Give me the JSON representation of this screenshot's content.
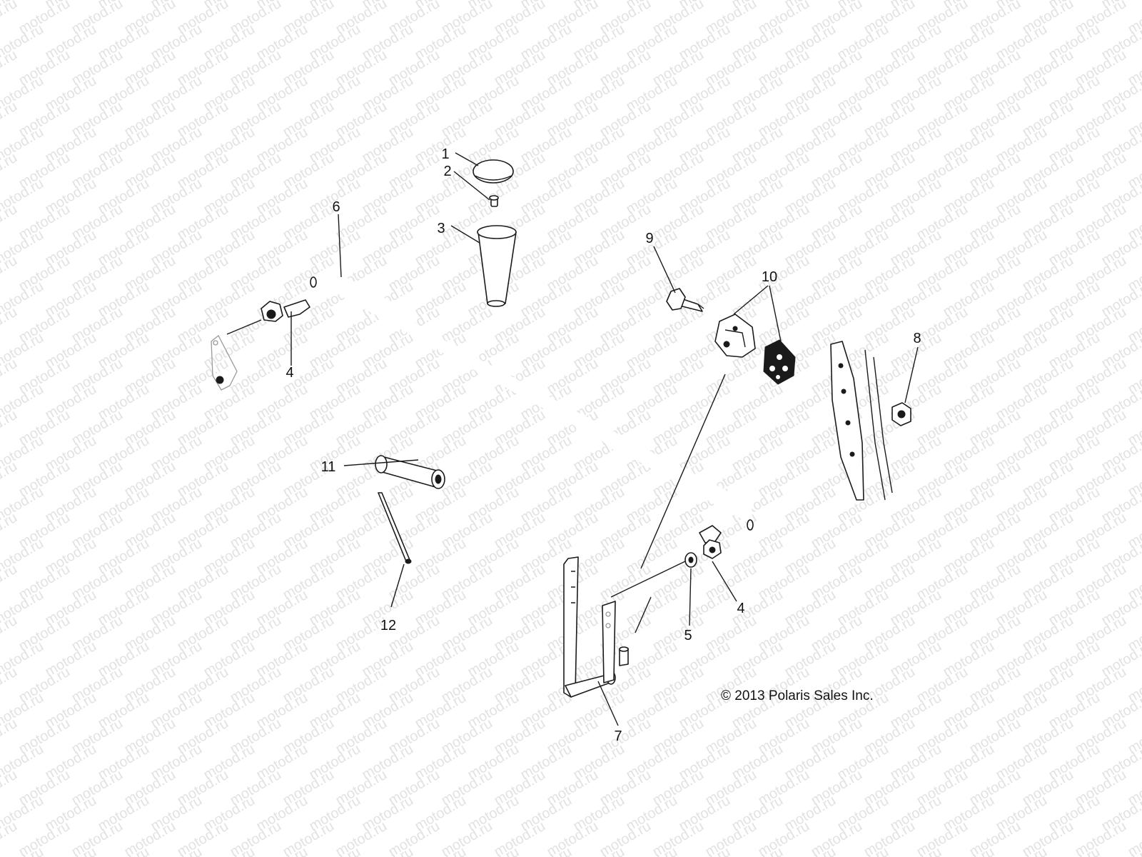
{
  "watermark": {
    "text": "motod.ru"
  },
  "copyright": "© 2013 Polaris Sales Inc.",
  "callouts": [
    "1",
    "2",
    "3",
    "4",
    "4",
    "5",
    "6",
    "7",
    "8",
    "9",
    "10",
    "11",
    "12"
  ]
}
